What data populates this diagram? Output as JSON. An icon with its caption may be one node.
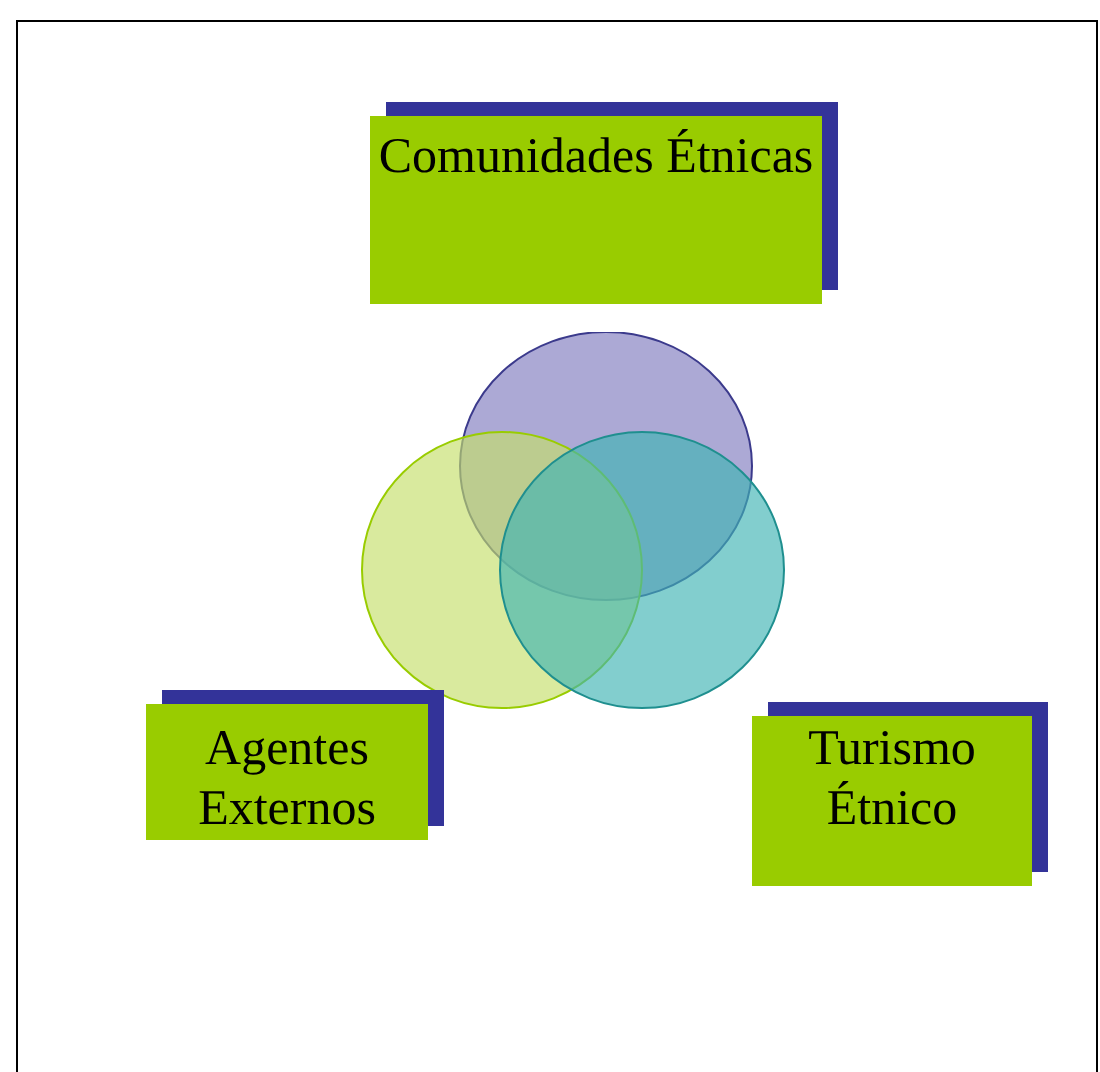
{
  "diagram": {
    "nodes": [
      {
        "text": [
          "Comunidades Étnicas"
        ]
      },
      {
        "text": [
          "Agentes Externos"
        ]
      },
      {
        "text": [
          "Turismo Étnico"
        ]
      }
    ]
  }
}
